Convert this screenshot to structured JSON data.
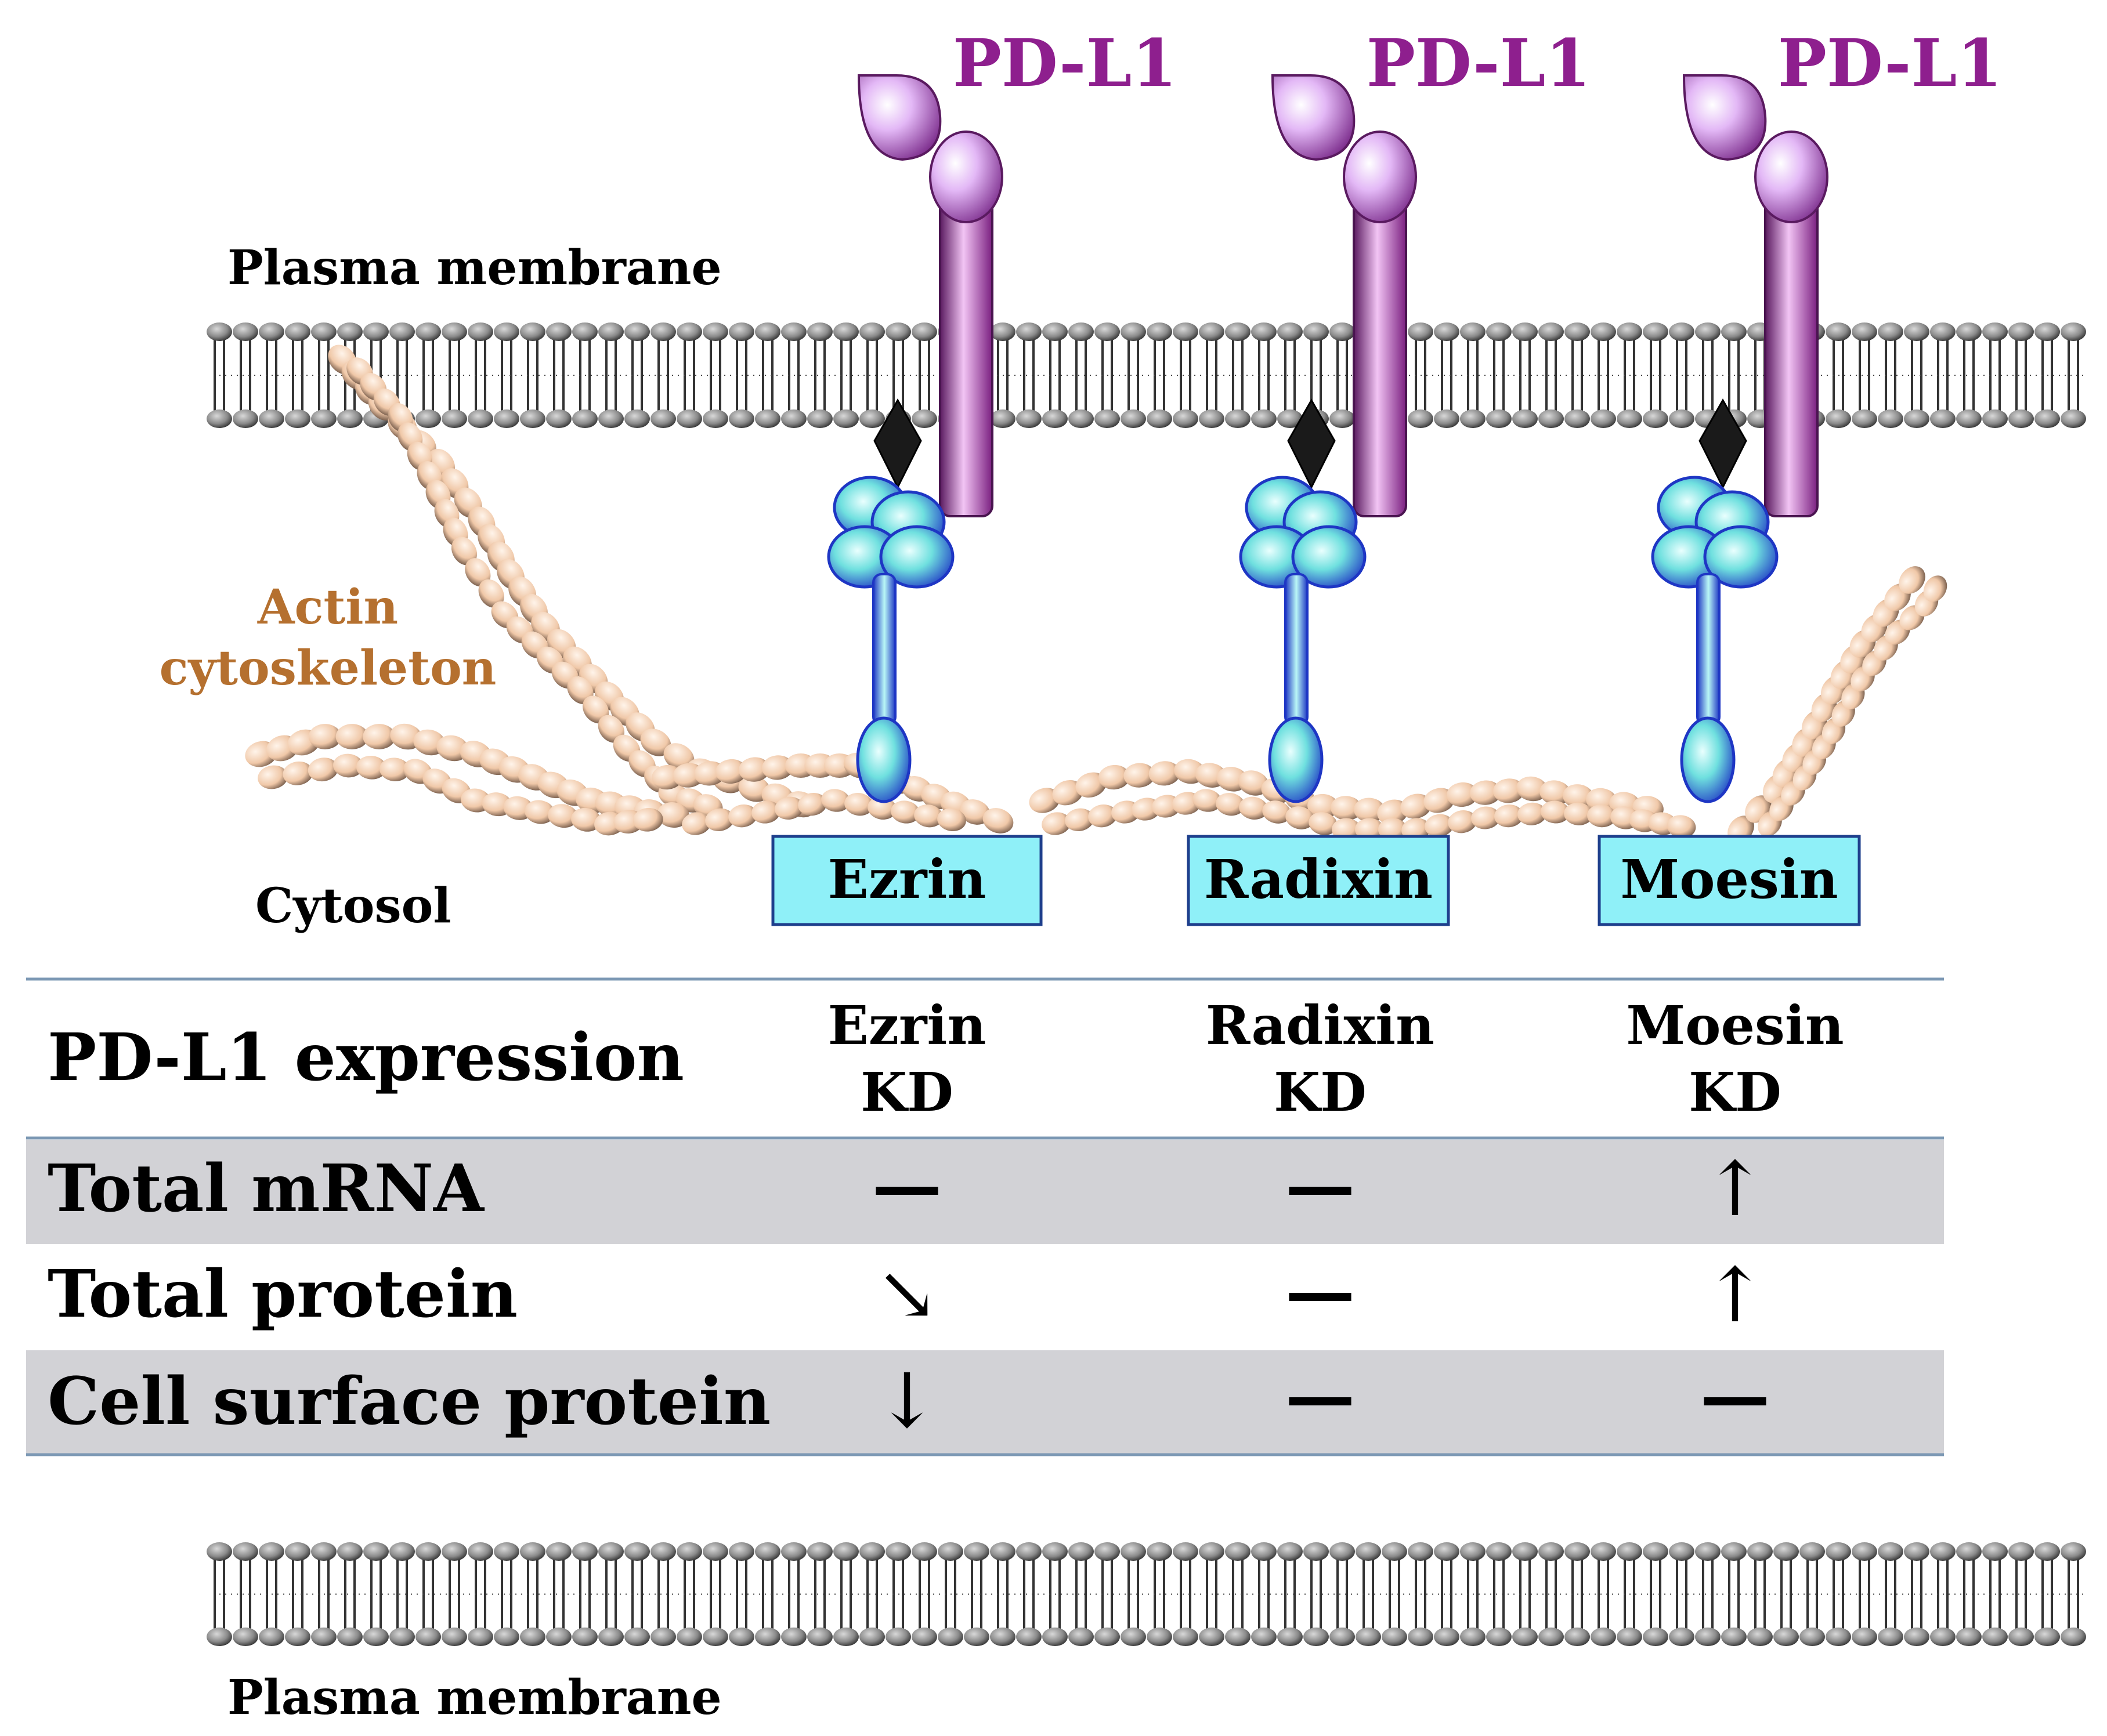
{
  "top_membrane_label": "Plasma membrane",
  "bottom_membrane_label": "Plasma membrane",
  "actin_label_line1": "Actin",
  "actin_label_line2": "cytoskeleton",
  "cytosol_label": "Cytosol",
  "pdl1_label": "PD-L1",
  "proteins": [
    {
      "box_label": "Ezrin"
    },
    {
      "box_label": "Radixin"
    },
    {
      "box_label": "Moesin"
    }
  ],
  "colors": {
    "pdl1": "#a43ea6",
    "pdl1_head": "#d9a4f2",
    "erm_head": "#6fe0df",
    "erm_outline": "#1e36c4",
    "actin": "#f0c8a8",
    "box_fill": "#8ff0f8",
    "table_shade": "#d2d2d6",
    "table_rule": "#7c98b4",
    "actin_label": "#b5702f"
  },
  "table": {
    "header_row_label": "PD-L1 expression",
    "columns": [
      {
        "line1": "Ezrin",
        "line2": "KD"
      },
      {
        "line1": "Radixin",
        "line2": "KD"
      },
      {
        "line1": "Moesin",
        "line2": "KD"
      }
    ],
    "rows": [
      {
        "label": "Total mRNA",
        "cells": [
          "—",
          "—",
          "↑"
        ]
      },
      {
        "label": "Total protein",
        "cells": [
          "↘",
          "—",
          "↑"
        ]
      },
      {
        "label": "Cell surface protein",
        "cells": [
          "↓",
          "—",
          "—"
        ]
      }
    ]
  }
}
